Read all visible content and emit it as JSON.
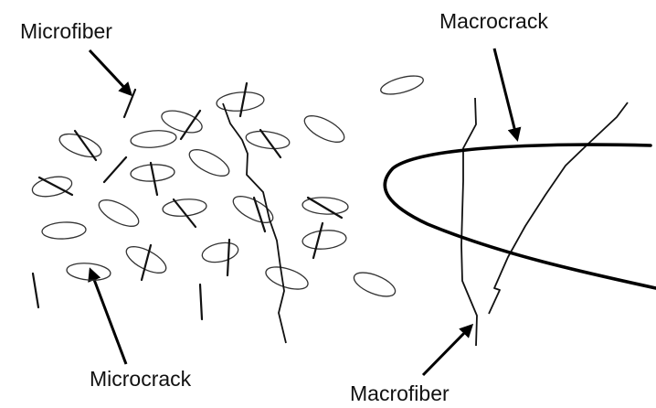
{
  "labels": {
    "microfiber": "Microfiber",
    "macrocrack": "Macrocrack",
    "microcrack": "Microcrack",
    "macrofiber": "Macrofiber"
  },
  "colors": {
    "background": "#ffffff",
    "ink": "#111111",
    "ellipse_stroke": "#333333"
  }
}
